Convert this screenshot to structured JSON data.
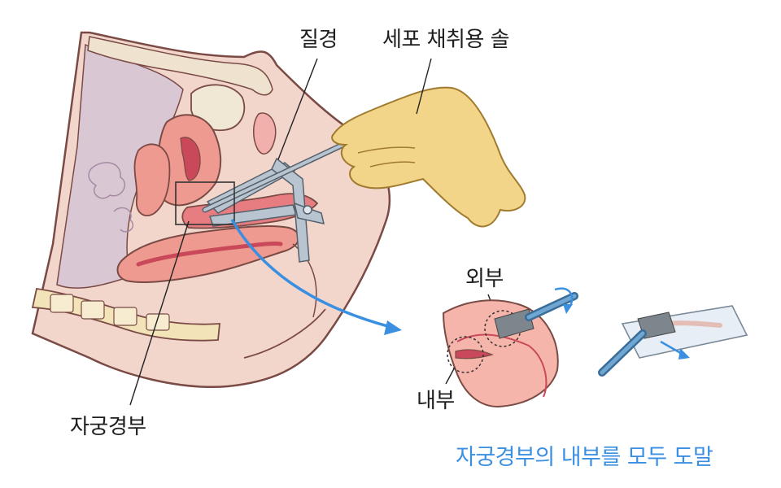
{
  "labels": {
    "speculum": "질경",
    "brush": "세포 채취용 솔",
    "cervix": "자궁경부",
    "outer": "외부",
    "inner": "내부"
  },
  "caption": "자궁경부의 내부를 모두 도말",
  "colors": {
    "outline": "#7a4a45",
    "body": "#f2d6cc",
    "cavity": "#d9c8d4",
    "tissue": "#ef9a90",
    "tissue_dark": "#c9495a",
    "glove": "#f3d58a",
    "instrument": "#b8c4cf",
    "arrow": "#3b8fe0",
    "bone": "#f2e3b8"
  }
}
